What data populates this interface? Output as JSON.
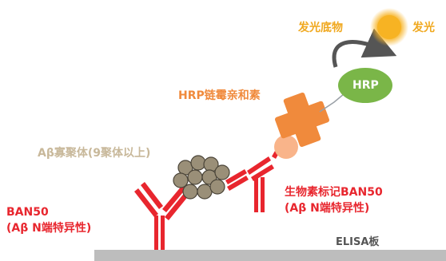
{
  "labels": {
    "substrate": "发光底物",
    "luminescence": "发光",
    "hrp": "HRP",
    "streptavidin_hrp": "HRP链霉亲和素",
    "oligomer": "Aβ寡聚体(9聚体以上)",
    "biotin_line1": "生物素标记BAN50",
    "biotin_line2": "(Aβ N端特异性)",
    "ban_line1": "BAN50",
    "ban_line2": "(Aβ N端特异性)",
    "elisa_plate": "ELISA板"
  },
  "colors": {
    "antibody_red": "#e8262e",
    "hrp_green": "#7ab648",
    "streptavidin_orange": "#f08a3c",
    "biotin_peach": "#f9b48a",
    "oligomer_brown": "#9a8f78",
    "light_yellow": "#f7b323",
    "plate_gray": "#bdbdbd",
    "arrow_gray": "#555555"
  },
  "icons": {
    "luminescence": "glow-circle",
    "reaction": "curved-arrow"
  }
}
